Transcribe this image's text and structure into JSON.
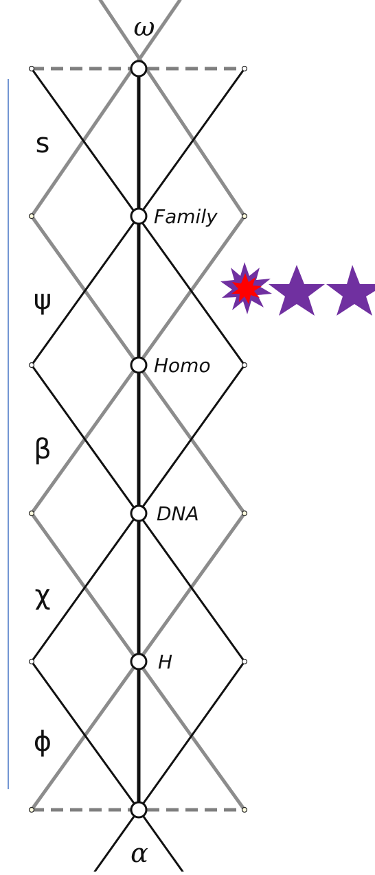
{
  "top_symbol": "ω",
  "bottom_symbol": "α",
  "levels": [
    {
      "label": "s"
    },
    {
      "label": "ψ"
    },
    {
      "label": "β"
    },
    {
      "label": "χ"
    },
    {
      "label": "ϕ"
    }
  ],
  "nodes": [
    {
      "label": "Family"
    },
    {
      "label": "Homo"
    },
    {
      "label": "DNA"
    },
    {
      "label": "H"
    }
  ],
  "marker": {
    "burst_color": "#7030a0",
    "burst_center_color": "#ff0000",
    "star_color": "#7030a0",
    "star_count": 2
  },
  "colors": {
    "black_line": "#111111",
    "gray_line": "#8c8c8c",
    "left_rule": "#4472c4"
  }
}
